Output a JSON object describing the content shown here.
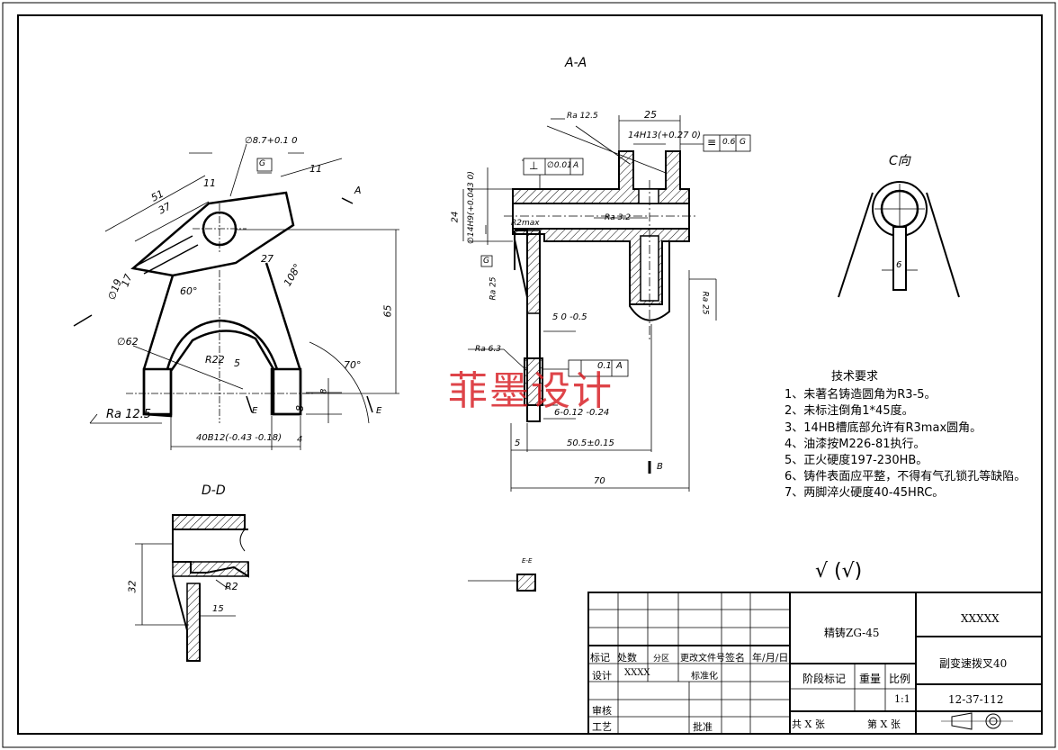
{
  "views": {
    "section_aa": "A-A",
    "section_dd": "D-D",
    "view_c": "C向",
    "section_ee": "E-E"
  },
  "dims": {
    "d_87": "∅8.7+0.1 0",
    "d_51": "51",
    "d_37": "37",
    "d_11a": "11",
    "d_11b": "11",
    "d_27": "27",
    "d_19": "∅19",
    "d_17": "17",
    "a_60": "60°",
    "a_108": "108°",
    "r_22": "R22",
    "d_65": "65",
    "d_62": "∅62",
    "d_5": "5",
    "a_70": "70°",
    "d_8": "8",
    "d_8b": "8",
    "d_40b12": "40B12(-0.43 -0.18)",
    "d_4": "4",
    "ra_125_left": "Ra 12.5",
    "arrow_a": "A",
    "arrow_e1": "E",
    "arrow_e2": "E",
    "d_25": "25",
    "d_14h13": "14H13(+0.27 0)",
    "ra_125_top": "Ra 12.5",
    "ra_32": "Ra 3.2",
    "d_14h9": "∅14H9(+0.043 0)",
    "d_24": "24",
    "r2max": "R2max",
    "perp_tol": "⊥",
    "perp_val": "∅0.01",
    "perp_ref": "A",
    "sym_tol": "≡",
    "sym_val": "0.6",
    "sym_ref": "G",
    "datum_g": "G",
    "ra_25_side": "Ra 25",
    "ra_63": "Ra 6.3",
    "d_5_05": "5 0 -0.5",
    "par_val": "0.1",
    "par_ref": "A",
    "d_6": "6-0.12 -0.24",
    "d_5b": "5",
    "d_505": "50.5±0.15",
    "d_70": "70",
    "ra_25_right": "Ra 25",
    "b_label": "B",
    "d_32": "32",
    "r2": "R2",
    "d_15": "15",
    "d_6c": "6",
    "surface_sym": "√ (√)"
  },
  "tech": {
    "title": "技术要求",
    "items": [
      "1、未著名铸造圆角为R3-5。",
      "2、未标注倒角1*45度。",
      "3、14HB槽底部允许有R3max圆角。",
      "4、油漆按M226-81执行。",
      "5、正火硬度197-230HB。",
      "6、铸件表面应平整，不得有气孔锁孔等缺陷。",
      "7、两脚淬火硬度40-45HRC。"
    ]
  },
  "watermark": "菲墨设计",
  "title_block": {
    "material": "精铸ZG-45",
    "company": "XXXXX",
    "part_name": "副变速拨叉40",
    "drawing_no": "12-37-112",
    "mark": "标记",
    "count": "处数",
    "zone": "分区",
    "change_doc": "更改文件号",
    "sign": "签名",
    "date": "年/月/日",
    "design": "设计",
    "designer": "XXXX",
    "standard": "标准化",
    "stage": "阶段标记",
    "weight": "重量",
    "scale": "比例",
    "scale_val": "1:1",
    "review": "审核",
    "process": "工艺",
    "approve": "批准",
    "total": "共 X 张",
    "sheet": "第 X 张"
  },
  "colors": {
    "line": "#000000",
    "watermark": "#d9242a"
  }
}
